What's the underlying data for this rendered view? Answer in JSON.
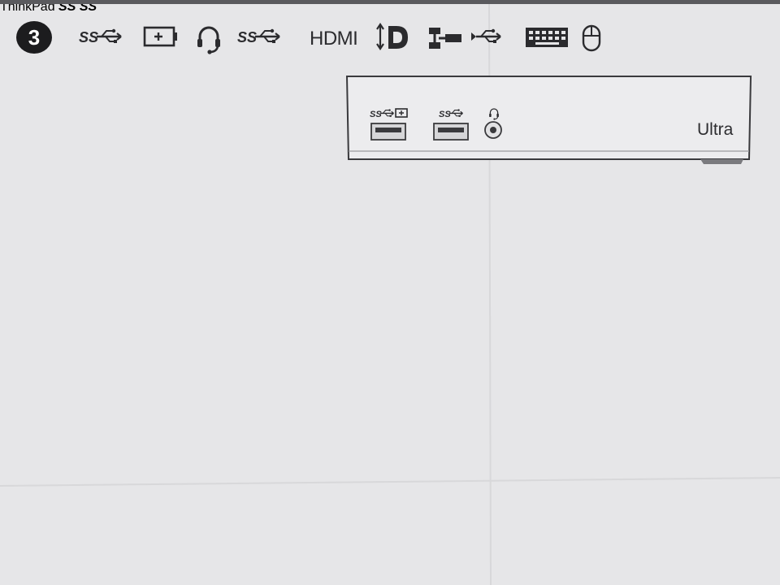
{
  "step": {
    "number": "3"
  },
  "header_icons": [
    {
      "name": "usb-superspeed-icon",
      "text": "SS"
    },
    {
      "name": "battery-charging-icon"
    },
    {
      "name": "headset-icon"
    },
    {
      "name": "usb-superspeed-icon",
      "text": "SS"
    },
    {
      "name": "hdmi-text",
      "text": "HDMI"
    },
    {
      "name": "displayport-icon"
    },
    {
      "name": "ethernet-icon"
    },
    {
      "name": "usb-icon"
    },
    {
      "name": "keyboard-icon"
    },
    {
      "name": "mouse-icon"
    }
  ],
  "dock": {
    "label": "Ultra",
    "ports": [
      {
        "name": "usb-charging-port",
        "icons": [
          "usb-superspeed-icon",
          "battery-charging-icon"
        ],
        "text": "SS"
      },
      {
        "name": "usb-port",
        "icons": [
          "usb-superspeed-icon"
        ],
        "text": "SS"
      },
      {
        "name": "audio-jack-port",
        "icons": [
          "headset-icon"
        ]
      }
    ]
  },
  "devices": [
    {
      "name": "smartphone-icon"
    },
    {
      "name": "keypad-device-icon",
      "text": "ThinkPad"
    },
    {
      "name": "headset-icon"
    }
  ],
  "detail_circles": [
    {
      "name": "usb-charging-insert-detail",
      "text": "SS"
    },
    {
      "name": "usb-insert-detail",
      "text": "SS"
    },
    {
      "name": "audio-jack-insert-detail"
    }
  ],
  "colors": {
    "arrow": "#d8232a",
    "detail_circle": "#d9534f",
    "line": "#2b2b2e",
    "background": "#e6e6e8"
  }
}
